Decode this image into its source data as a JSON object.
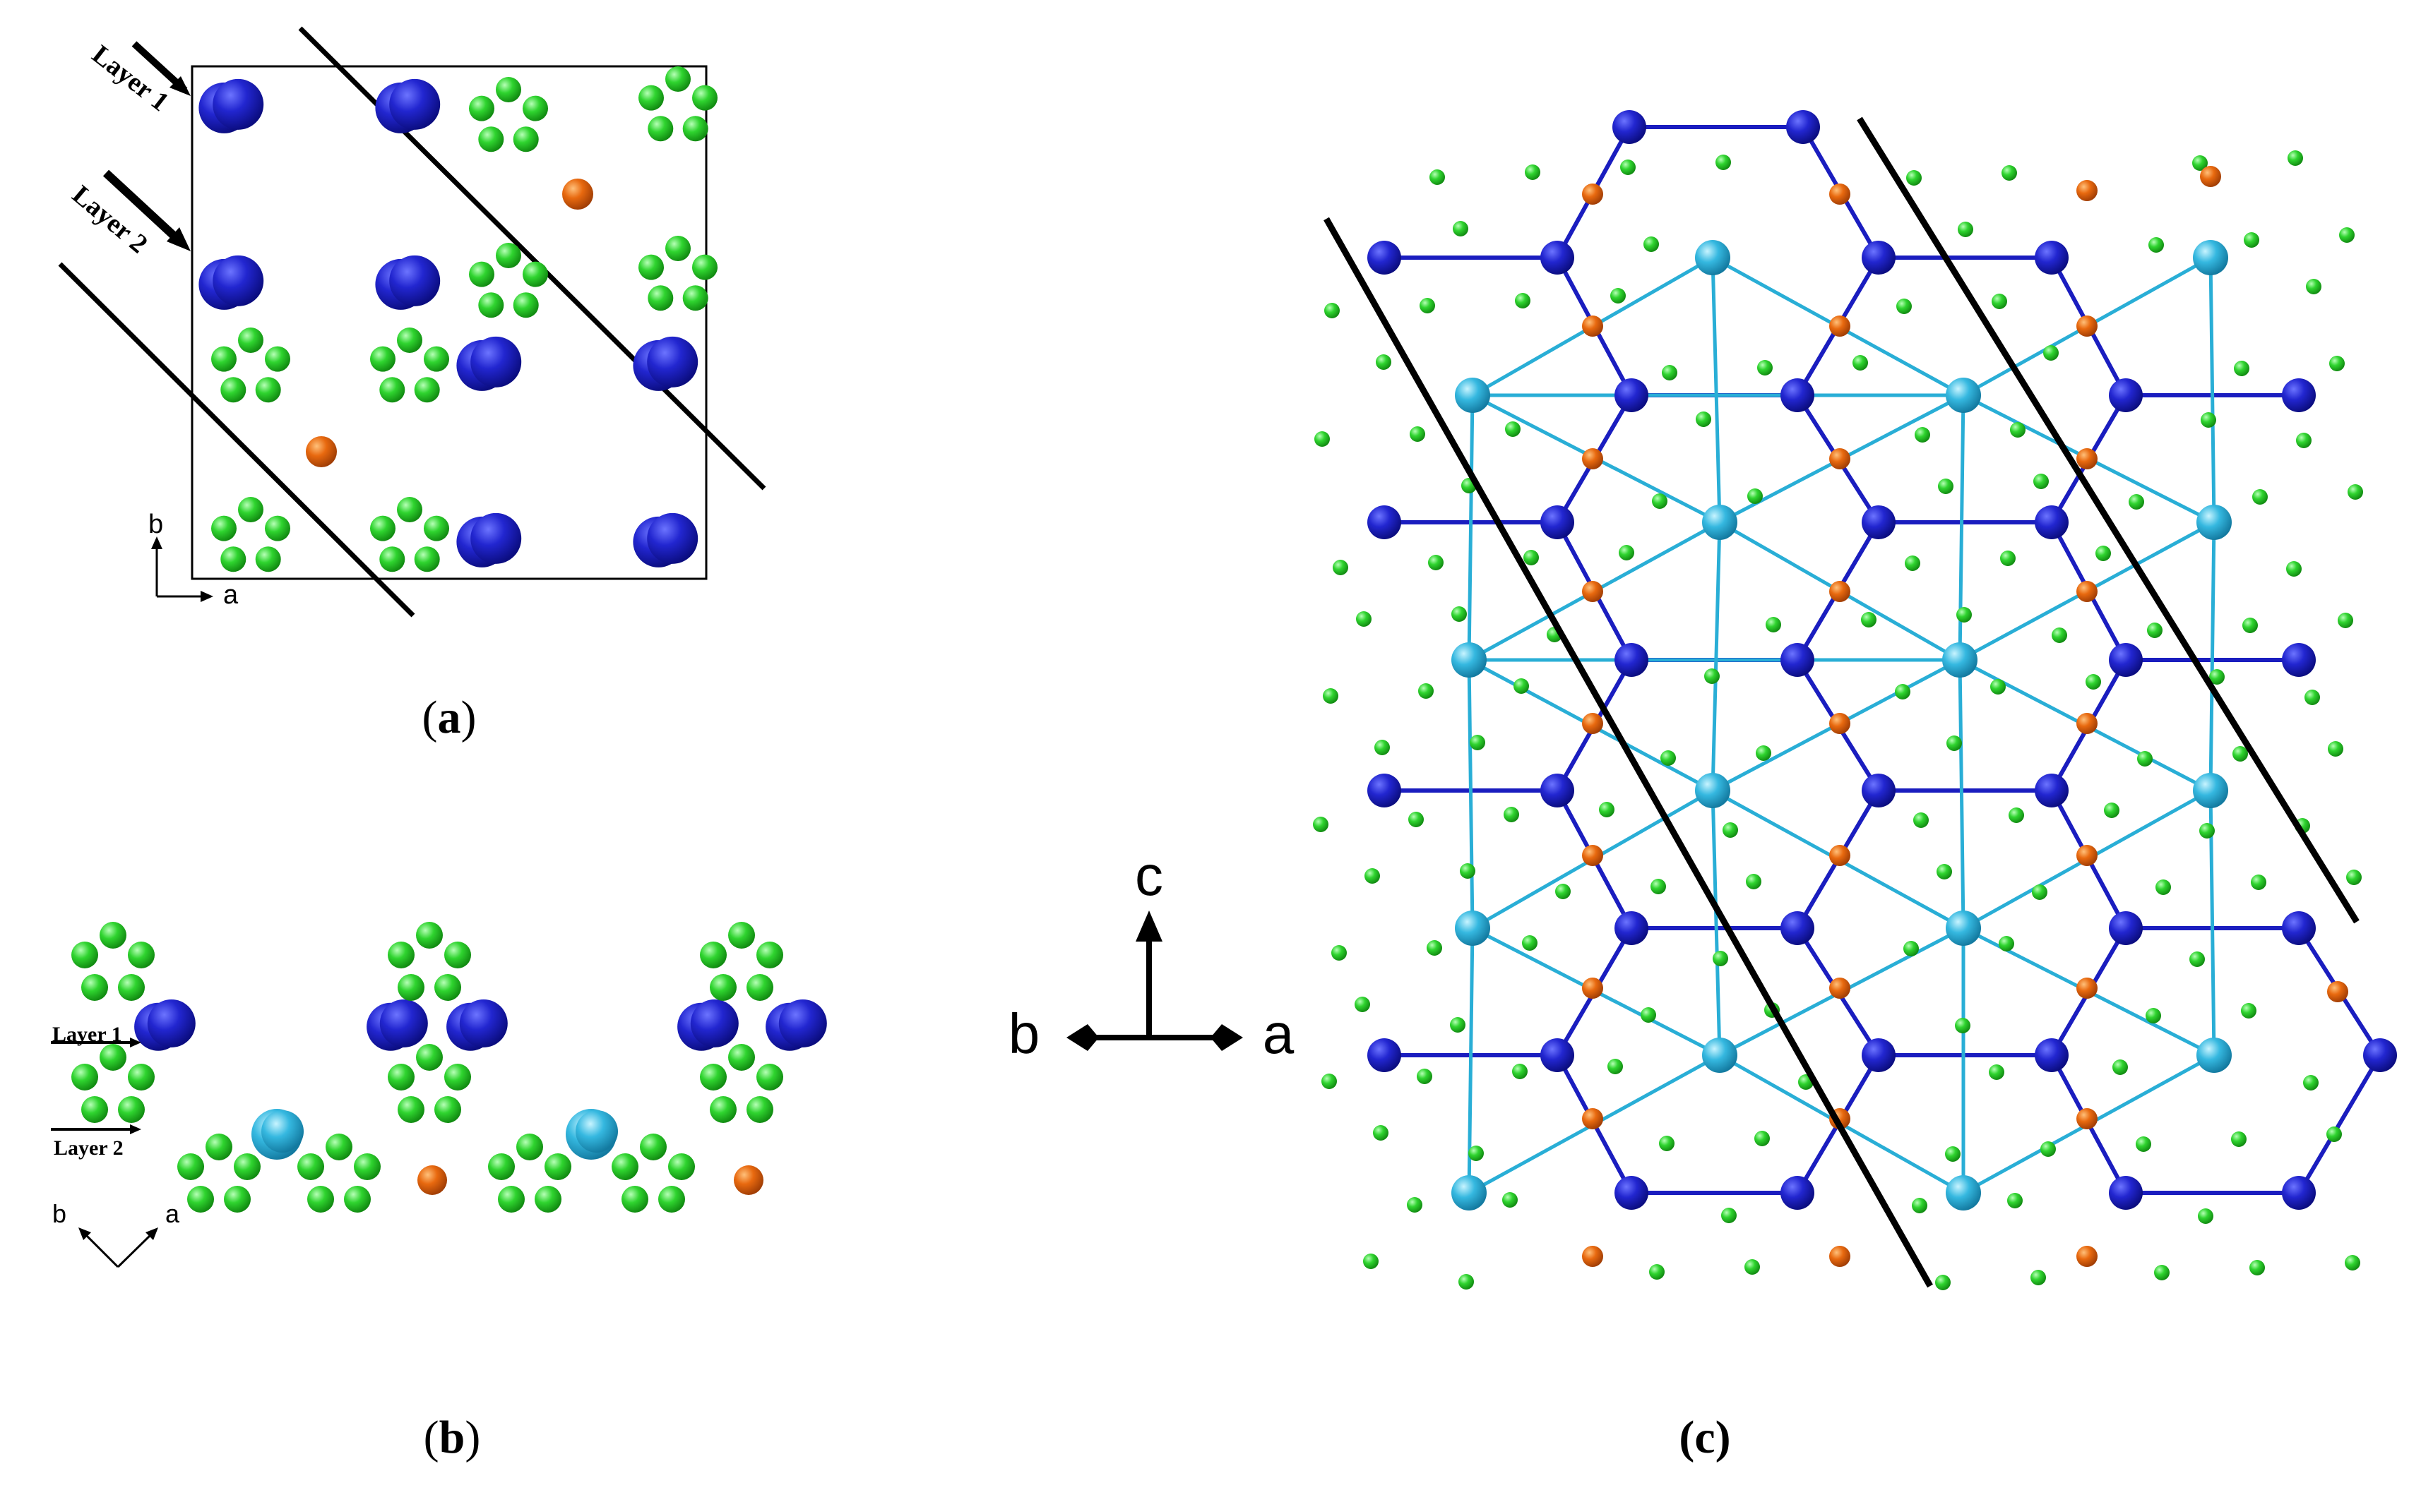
{
  "colors": {
    "blue_atom": "#1c1fc4",
    "cyan_atom": "#27b4dd",
    "green_atom": "#2ed22e",
    "orange_atom": "#e2660f",
    "blue_bond": "#1a1dbf",
    "cyan_bond": "#29aed6",
    "line": "#000000"
  },
  "panel_a": {
    "caption_open": "(",
    "caption_letter": "a",
    "caption_close": ")",
    "layer1_label": "Layer 1",
    "layer2_label": "Layer 2",
    "axis_b": "b",
    "axis_a": "a"
  },
  "panel_b": {
    "caption_open": "(",
    "caption_letter": "b",
    "caption_close": ")",
    "layer1_label": "Layer 1",
    "layer2_label": "Layer 2",
    "axis_b": "b",
    "axis_a": "a"
  },
  "panel_c": {
    "caption": "(c)",
    "axis_c": "c",
    "axis_b": "b",
    "axis_a": "a"
  }
}
